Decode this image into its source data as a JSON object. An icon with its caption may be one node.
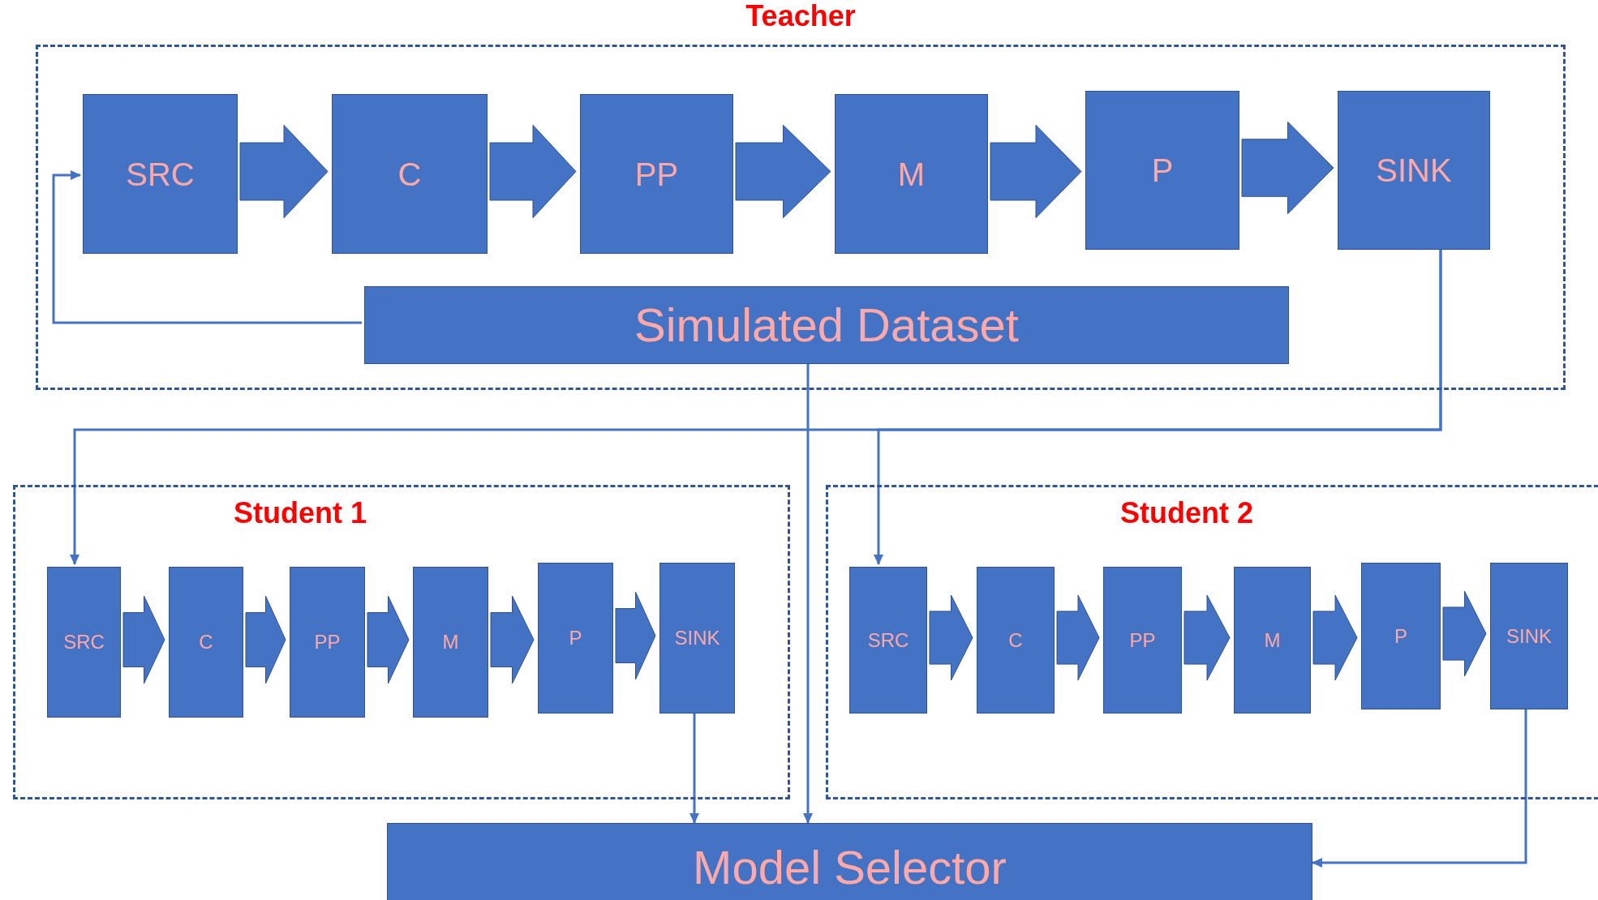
{
  "diagram": {
    "nodes": [
      {
        "text": [
          "Teacher"
        ]
      },
      {
        "text": [
          "SRC"
        ],
        "in": 0
      },
      {
        "text": [
          "C"
        ],
        "in": 0
      },
      {
        "text": [
          "PP"
        ],
        "in": 0
      },
      {
        "text": [
          "M"
        ],
        "in": 0
      },
      {
        "text": [
          "P"
        ],
        "in": 0
      },
      {
        "text": [
          "SINK"
        ],
        "in": 0
      },
      {
        "text": [
          "Simulated Dataset"
        ],
        "in": 0
      },
      {
        "text": [
          "Student 1"
        ]
      },
      {
        "text": [
          "SRC"
        ],
        "in": 8
      },
      {
        "text": [
          "C"
        ],
        "in": 8
      },
      {
        "text": [
          "PP"
        ],
        "in": 8
      },
      {
        "text": [
          "M"
        ],
        "in": 8
      },
      {
        "text": [
          "P"
        ],
        "in": 8
      },
      {
        "text": [
          "SINK"
        ],
        "in": 8
      },
      {
        "text": [
          "Student 2"
        ]
      },
      {
        "text": [
          "SRC"
        ],
        "in": 15
      },
      {
        "text": [
          "C"
        ],
        "in": 15
      },
      {
        "text": [
          "PP"
        ],
        "in": 15
      },
      {
        "text": [
          "M"
        ],
        "in": 15
      },
      {
        "text": [
          "P"
        ],
        "in": 15
      },
      {
        "text": [
          "SINK"
        ],
        "in": 15
      },
      {
        "text": [
          "Model Selector"
        ]
      }
    ],
    "edges": [
      {
        "from": 1,
        "to": 2,
        "arrow": "to",
        "style": "thick"
      },
      {
        "from": 2,
        "to": 3,
        "arrow": "to",
        "style": "thick"
      },
      {
        "from": 3,
        "to": 4,
        "arrow": "to",
        "style": "thick"
      },
      {
        "from": 4,
        "to": 5,
        "arrow": "to",
        "style": "thick"
      },
      {
        "from": 5,
        "to": 6,
        "arrow": "to",
        "style": "thick"
      },
      {
        "from": 7,
        "to": 1,
        "arrow": "to"
      },
      {
        "from": 6,
        "to": 9,
        "arrow": "to"
      },
      {
        "from": 6,
        "to": 16,
        "arrow": "to"
      },
      {
        "from": 7,
        "to": 22,
        "arrow": "to"
      },
      {
        "from": 9,
        "to": 10,
        "arrow": "to",
        "style": "thick"
      },
      {
        "from": 10,
        "to": 11,
        "arrow": "to",
        "style": "thick"
      },
      {
        "from": 11,
        "to": 12,
        "arrow": "to",
        "style": "thick"
      },
      {
        "from": 12,
        "to": 13,
        "arrow": "to",
        "style": "thick"
      },
      {
        "from": 13,
        "to": 14,
        "arrow": "to",
        "style": "thick"
      },
      {
        "from": 16,
        "to": 17,
        "arrow": "to",
        "style": "thick"
      },
      {
        "from": 17,
        "to": 18,
        "arrow": "to",
        "style": "thick"
      },
      {
        "from": 18,
        "to": 19,
        "arrow": "to",
        "style": "thick"
      },
      {
        "from": 19,
        "to": 20,
        "arrow": "to",
        "style": "thick"
      },
      {
        "from": 20,
        "to": 21,
        "arrow": "to",
        "style": "thick"
      },
      {
        "from": 14,
        "to": 22,
        "arrow": "to"
      },
      {
        "from": 21,
        "to": 22,
        "arrow": "to"
      }
    ]
  }
}
